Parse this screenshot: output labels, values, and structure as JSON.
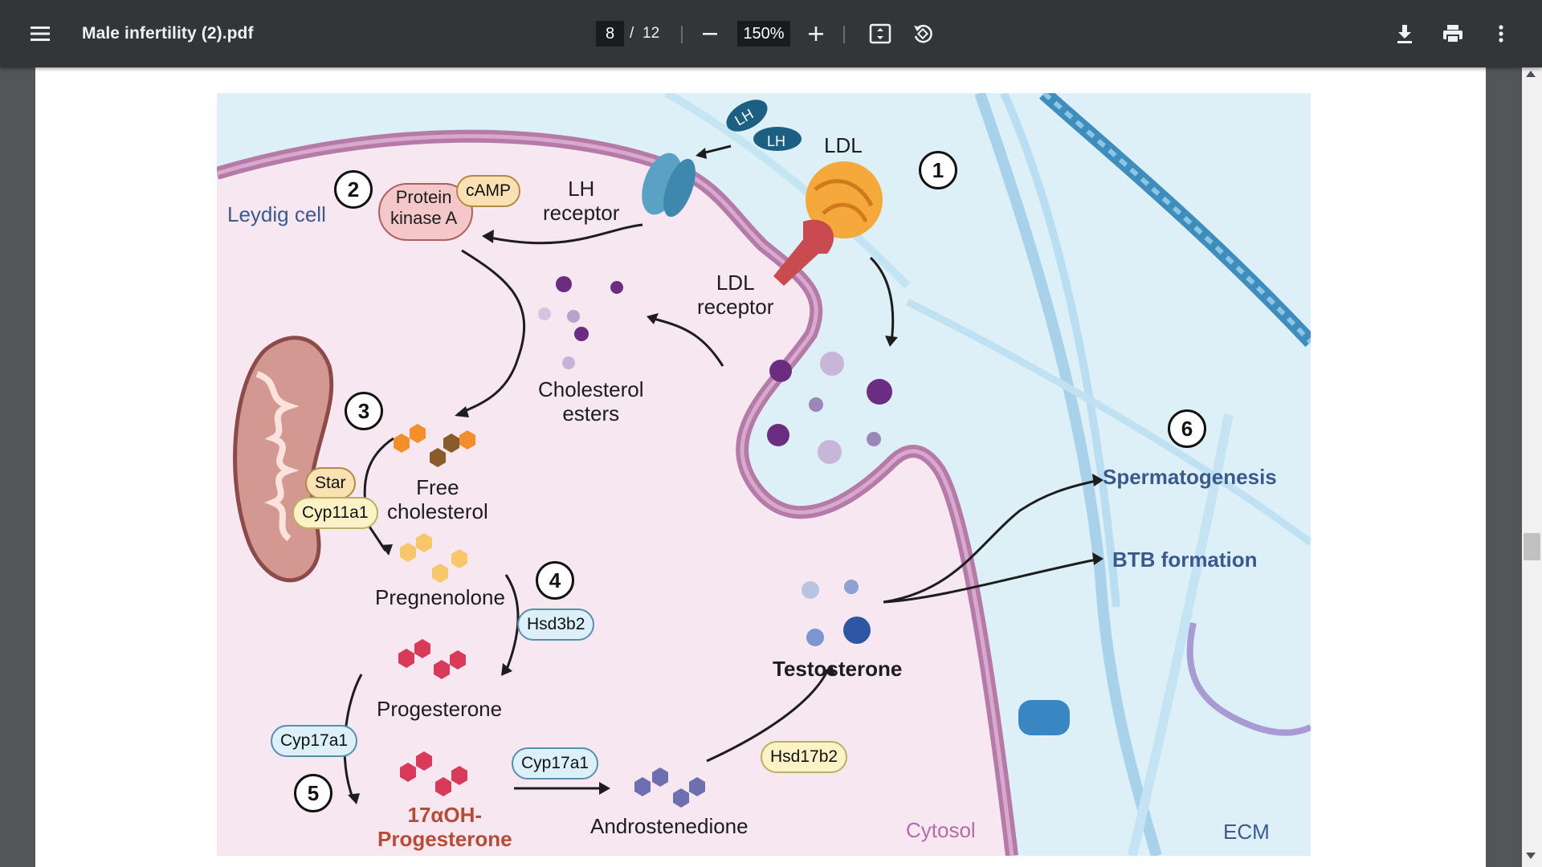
{
  "toolbar": {
    "title": "Male infertility (2).pdf",
    "page_current": "8",
    "page_separator": "/",
    "page_total": "12",
    "zoom": "150%",
    "icons": [
      "menu-icon",
      "minus-icon",
      "plus-icon",
      "fit-page-icon",
      "rotate-icon",
      "download-icon",
      "print-icon",
      "more-vert-icon"
    ]
  },
  "figure": {
    "cell_label": "Leydig cell",
    "cytosol_label": "Cytosol",
    "ecm_label": "ECM",
    "steps": [
      "1",
      "2",
      "3",
      "4",
      "5",
      "6"
    ],
    "lh_a": "LH",
    "lh_b": "LH",
    "ldl": "LDL",
    "lh_receptor": "LH\nreceptor",
    "ldl_receptor": "LDL\nreceptor",
    "protein_kinase": "Protein\nkinase A",
    "camp": "cAMP",
    "cholesterol_esters": "Cholesterol\nesters",
    "free_cholesterol": "Free\ncholesterol",
    "star": "Star",
    "cyp11a1": "Cyp11a1",
    "pregnenolone": "Pregnenolone",
    "hsd3b2": "Hsd3b2",
    "progesterone": "Progesterone",
    "cyp17a1_left": "Cyp17a1",
    "cyp17a1_right": "Cyp17a1",
    "oh_progesterone": "17αOH-\nProgesterone",
    "androstenedione": "Androstenedione",
    "hsd17b2": "Hsd17b2",
    "testosterone": "Testosterone",
    "spermatogenesis": "Spermatogenesis",
    "btb_formation": "BTB formation",
    "colors": {
      "cell_bg": "#f6e7f0",
      "ecm_bg": "#ddf0f8",
      "membrane": "#b57aa8",
      "title_blue": "#3b5a8c",
      "esters_purple": "#6b2d7f"
    }
  }
}
